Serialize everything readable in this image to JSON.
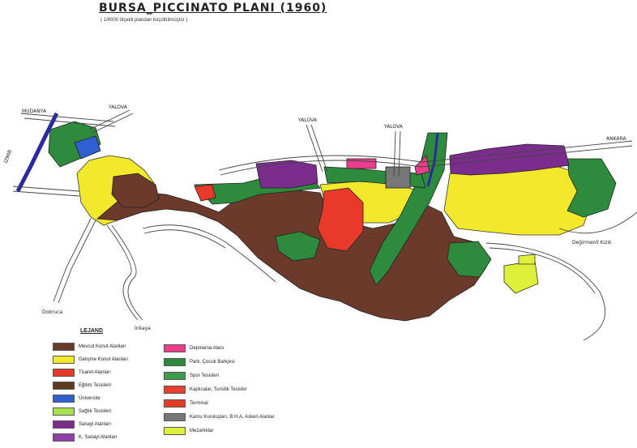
{
  "title": "BURSA_PICCINATO PLANI (1960)",
  "subtitle": "( 1/4000 ölçekli plandan küçültülmüştür )",
  "road_labels": {
    "mudanya": "MUDANYA",
    "yalova_west": "YALOVA",
    "yalova_center": "YALOVA",
    "yalova_east": "YALOVA",
    "ankara": "ANKARA",
    "orhangazi": "İZMİR",
    "degirmenli": "Değirmenli Kızık",
    "dobruca": "Dobruca",
    "inkaya": "İnkaya"
  },
  "legend": {
    "title": "LEJAND",
    "items": [
      {
        "label": "Mevcut Konut Alanları",
        "color": "#6b3a2a"
      },
      {
        "label": "Gelişme Konut Alanları",
        "color": "#f2e92a"
      },
      {
        "label": "Ticaret Alanları",
        "color": "#e8392b"
      },
      {
        "label": "Eğitim Tesisleri",
        "color": "#5c3b22"
      },
      {
        "label": "Üniversite",
        "color": "#2f5fd0"
      },
      {
        "label": "Sağlık Tesisleri",
        "color": "#a7e04a"
      },
      {
        "label": "Sanayi Alanları",
        "color": "#7b2d8e"
      },
      {
        "label": "K. Sanayi Alanları",
        "color": "#8e3fa8"
      },
      {
        "label": "Depolama Alanı",
        "color": "#ea3d8c"
      },
      {
        "label": "Park, Çocuk Bahçesi",
        "color": "#2e8a3c"
      },
      {
        "label": "Spor Tesisleri",
        "color": "#3f9a4a"
      },
      {
        "label": "Kaplıcalar, Turistik Tesisler",
        "color": "#e5412e"
      },
      {
        "label": "Terminal",
        "color": "#e23b2a"
      },
      {
        "label": "Kamu Kuruluşları, B.H.A. Askeri Alanlar",
        "color": "#777777"
      },
      {
        "label": "Mezarlıklar",
        "color": "#dff03a"
      }
    ]
  },
  "colors": {
    "residential": "#6b3a2a",
    "development": "#f2e92a",
    "commerce": "#e8392b",
    "park": "#2e8a3c",
    "industry": "#7b2d8e",
    "university": "#2f5fd0",
    "storage": "#ea3d8c",
    "public": "#777777",
    "road": "#ffffff",
    "outline": "#333333"
  }
}
